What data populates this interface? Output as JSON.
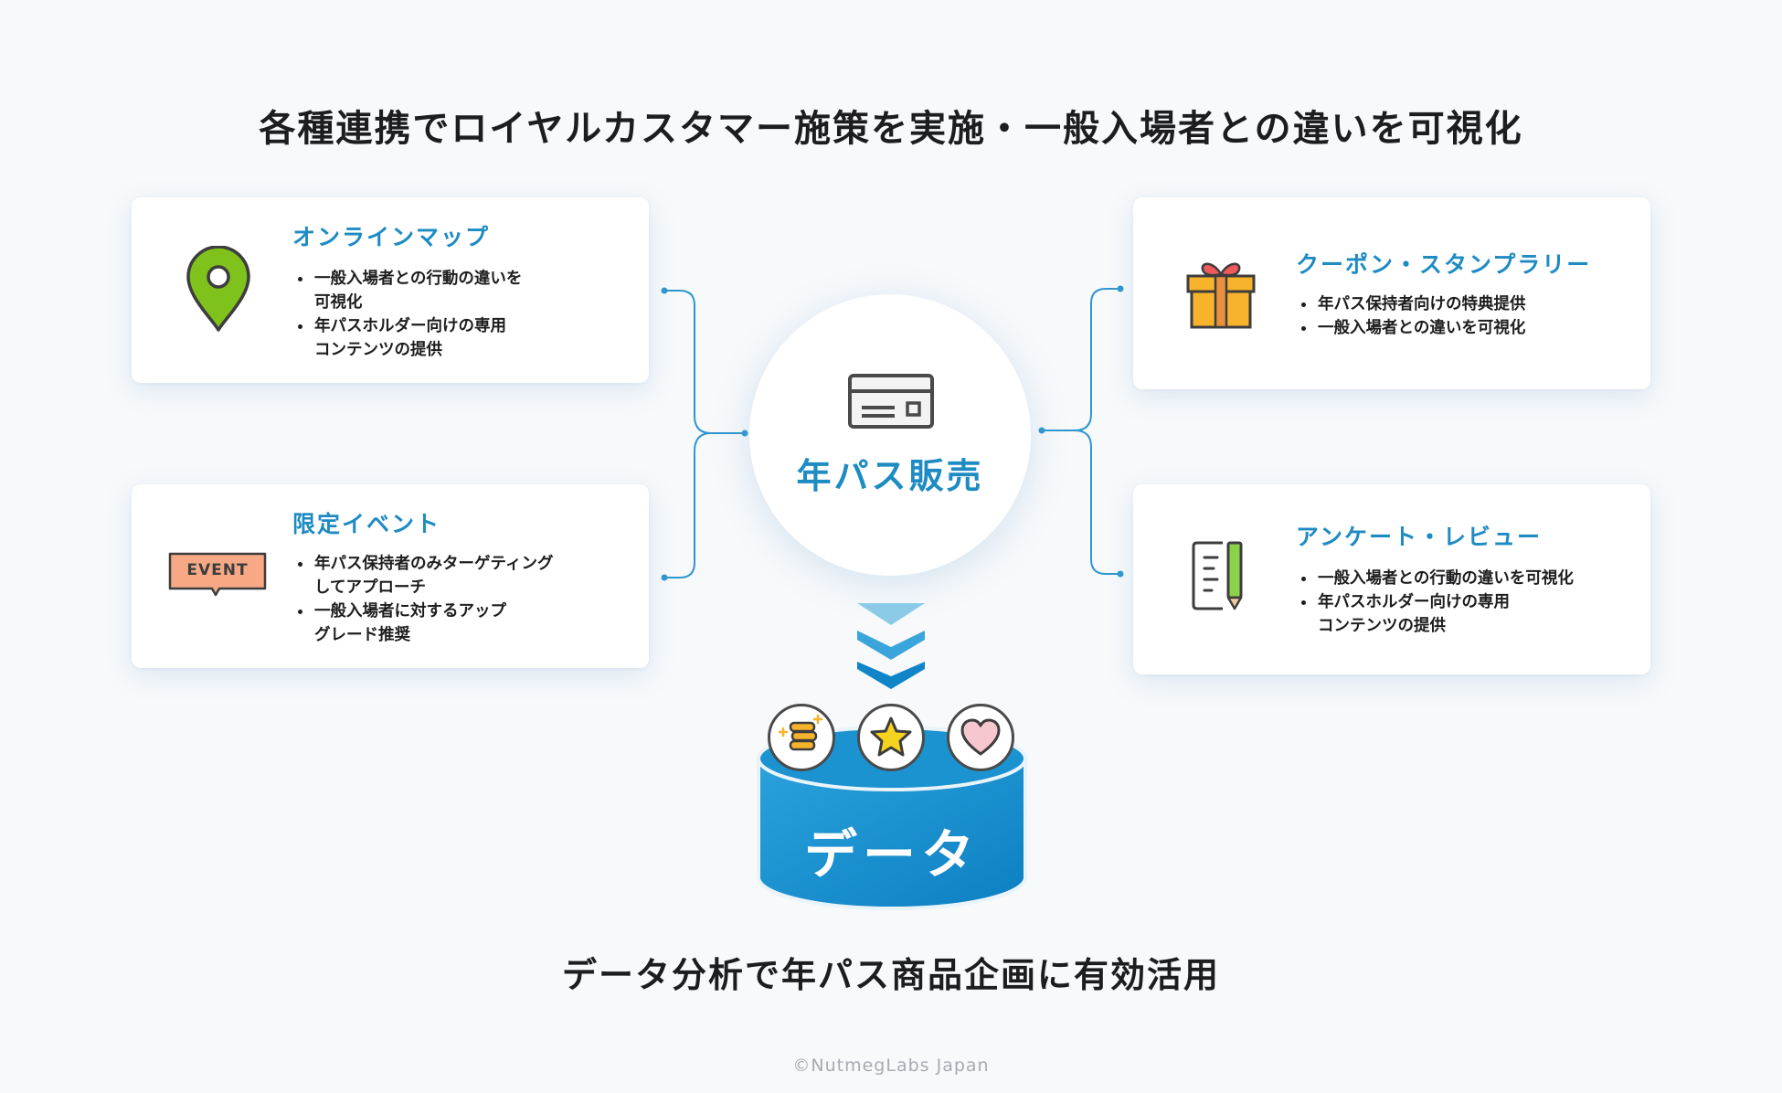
{
  "main_title": "各種連携でロイヤルカスタマー施策を実施・一般入場者との違いを可視化",
  "center": {
    "label": "年パス販売",
    "icon": "card-icon"
  },
  "cards": {
    "map": {
      "title": "オンラインマップ",
      "icon": "map-pin-icon",
      "bullets": [
        {
          "line1": "一般入場者との行動の違いを",
          "line2": "可視化"
        },
        {
          "line1": "年パスホルダー向けの専用",
          "line2": "コンテンツの提供"
        }
      ]
    },
    "event": {
      "title": "限定イベント",
      "icon": "event-tag-icon",
      "icon_text": "EVENT",
      "bullets": [
        {
          "line1": "年パス保持者のみターゲティング",
          "line2": "してアプローチ"
        },
        {
          "line1": "一般入場者に対するアップ",
          "line2": "グレード推奨"
        }
      ]
    },
    "coupon": {
      "title": "クーポン・スタンプラリー",
      "icon": "gift-icon",
      "bullets": [
        {
          "line1": "年パス保持者向けの特典提供",
          "line2": ""
        },
        {
          "line1": "一般入場者との違いを可視化",
          "line2": ""
        }
      ]
    },
    "survey": {
      "title": "アンケート・レビュー",
      "icon": "survey-pencil-icon",
      "bullets": [
        {
          "line1": "一般入場者との行動の違いを可視化",
          "line2": ""
        },
        {
          "line1": "年パスホルダー向けの専用",
          "line2": "コンテンツの提供"
        }
      ]
    }
  },
  "database": {
    "label": "データ",
    "badges": [
      "coins-icon",
      "star-icon",
      "heart-icon"
    ]
  },
  "bottom_title": "データ分析で年パス商品企画に有効活用",
  "copyright": "©NutmegLabs Japan",
  "colors": {
    "accent": "#1e8bc3",
    "database": "#1a8fd0",
    "arrow_light": "#8ccbe8",
    "arrow_mid": "#3aa5da",
    "arrow_dark": "#1185c8"
  }
}
